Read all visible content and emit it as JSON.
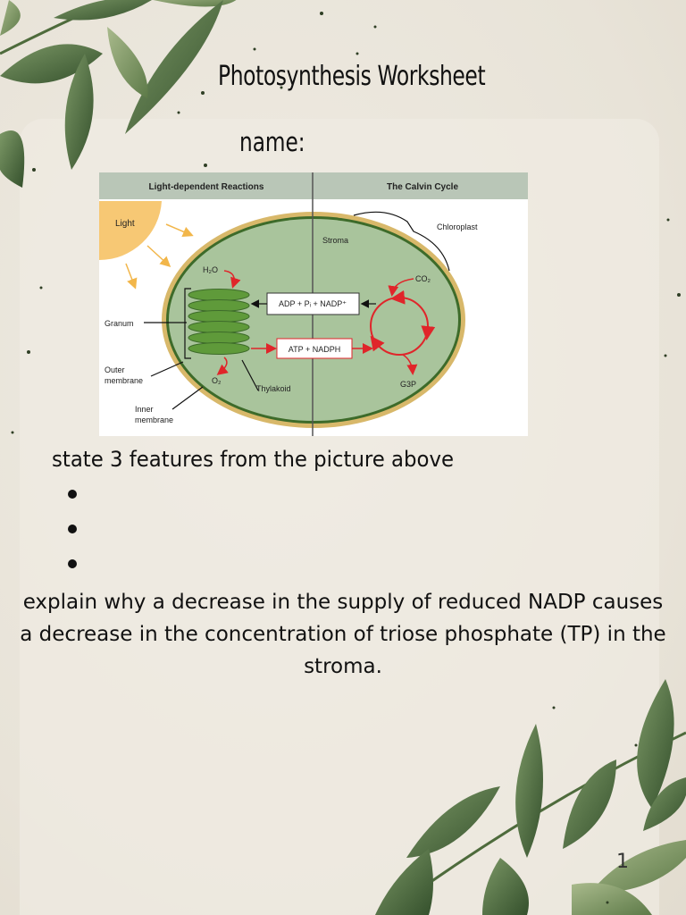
{
  "worksheet": {
    "title": "Photosynthesis Worksheet",
    "name_label": "name:",
    "prompt": "state 3 features from the picture above",
    "bullet_count": 3,
    "question": "explain why a decrease in the supply of reduced NADP causes a decrease in the concentration of triose phosphate (TP) in the stroma.",
    "page_number": "1"
  },
  "diagram": {
    "left_header": "Light-dependent Reactions",
    "right_header": "The Calvin Cycle",
    "light": "Light",
    "chloroplast": "Chloroplast",
    "stroma": "Stroma",
    "h2o": "H₂O",
    "adp": "ADP + Pᵢ + NADP⁺",
    "atp": "ATP + NADPH",
    "co2": "CO₂",
    "granum": "Granum",
    "outer_membrane_1": "Outer",
    "outer_membrane_2": "membrane",
    "o2": "O₂",
    "thylakoid": "Thylakoid",
    "g3p": "G3P",
    "inner_membrane_1": "Inner",
    "inner_membrane_2": "membrane"
  },
  "colors": {
    "header_bg": "#b9c6b7",
    "stroma_fill": "#a9c49c",
    "membrane_outer": "#d8b86a",
    "membrane_inner": "#3d6b2a",
    "thylakoid": "#5f9a3a",
    "arrow_red": "#e0252a",
    "sun": "#f7c874",
    "leaf_dark": "#3f5a33",
    "leaf_mid": "#6f8a57"
  }
}
